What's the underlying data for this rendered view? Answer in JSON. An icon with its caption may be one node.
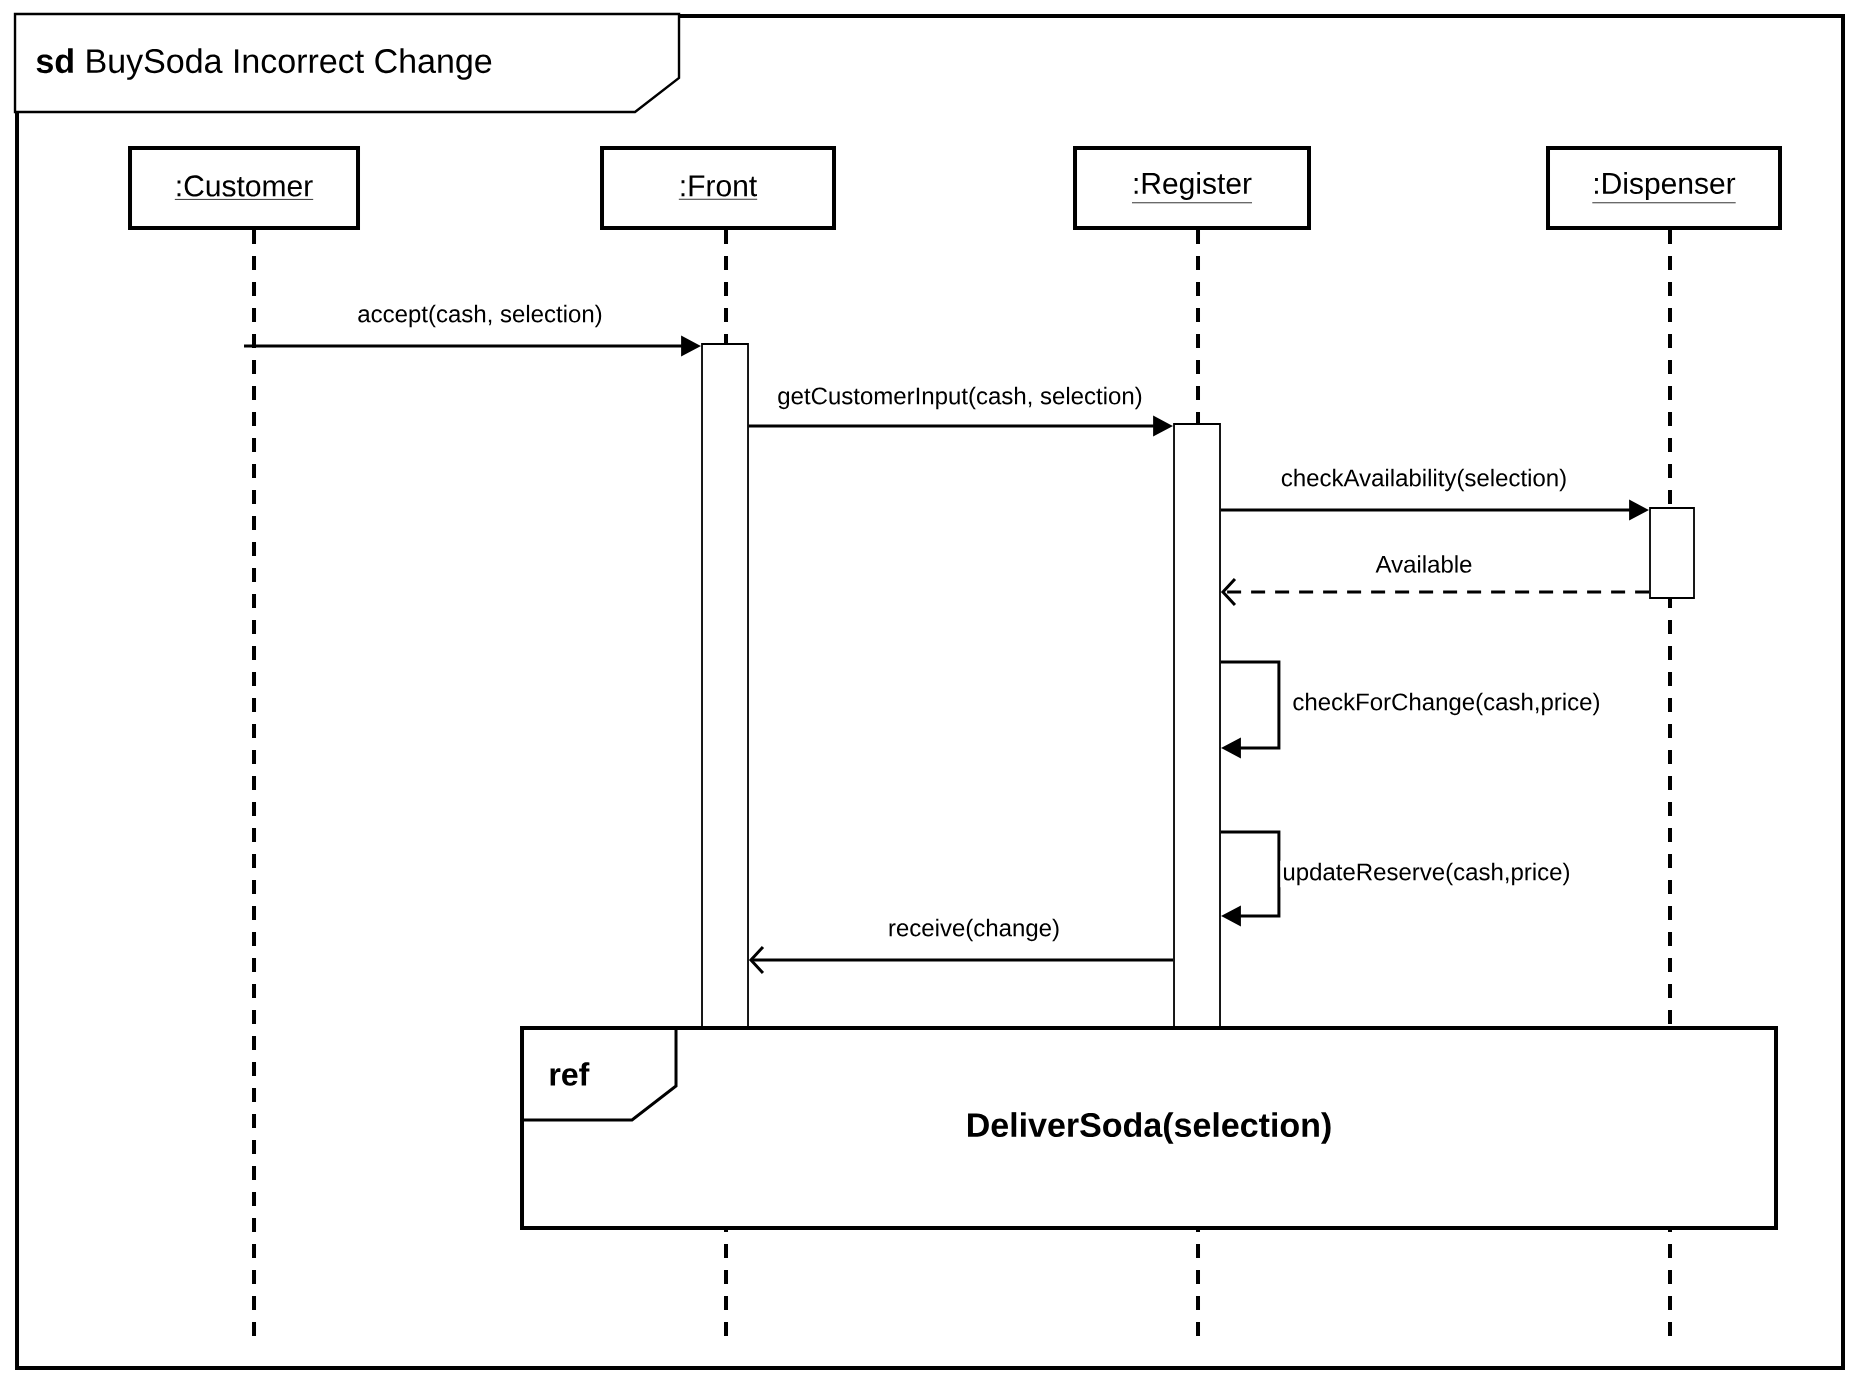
{
  "diagram": {
    "nodes": [
      {
        "text": [
          "**sd** BuySoda Incorrect Change"
        ]
      },
      {
        "text": [
          ":Customer"
        ],
        "in": 0
      },
      {
        "text": [
          ":Front"
        ],
        "in": 0
      },
      {
        "text": [
          ":Register"
        ],
        "in": 0
      },
      {
        "text": [
          ":Dispenser"
        ],
        "in": 0
      },
      {
        "text": [],
        "shape": "bar",
        "in": 0
      },
      {
        "text": [],
        "shape": "bar",
        "in": 0
      },
      {
        "text": [],
        "shape": "bar",
        "in": 0
      },
      {
        "text": [
          "ref",
          "DeliverSoda(selection)"
        ],
        "in": 0
      }
    ],
    "edges": [
      {
        "from": 1,
        "to": 5,
        "arrow": "to",
        "label": "accept(cash, selection)"
      },
      {
        "from": 5,
        "to": 6,
        "arrow": "to",
        "label": "getCustomerInput(cash, selection)"
      },
      {
        "from": 6,
        "to": 7,
        "arrow": "to",
        "label": "checkAvailability(selection)"
      },
      {
        "from": 7,
        "to": 6,
        "arrow": "to",
        "label": "Available",
        "style": "dashed"
      },
      {
        "from": 6,
        "to": 6,
        "arrow": "to",
        "label": "checkForChange(cash,price)"
      },
      {
        "from": 6,
        "to": 6,
        "arrow": "to",
        "label": "updateReserve(cash,price)"
      },
      {
        "from": 6,
        "to": 5,
        "arrow": "to",
        "label": "receive(change)"
      }
    ]
  }
}
